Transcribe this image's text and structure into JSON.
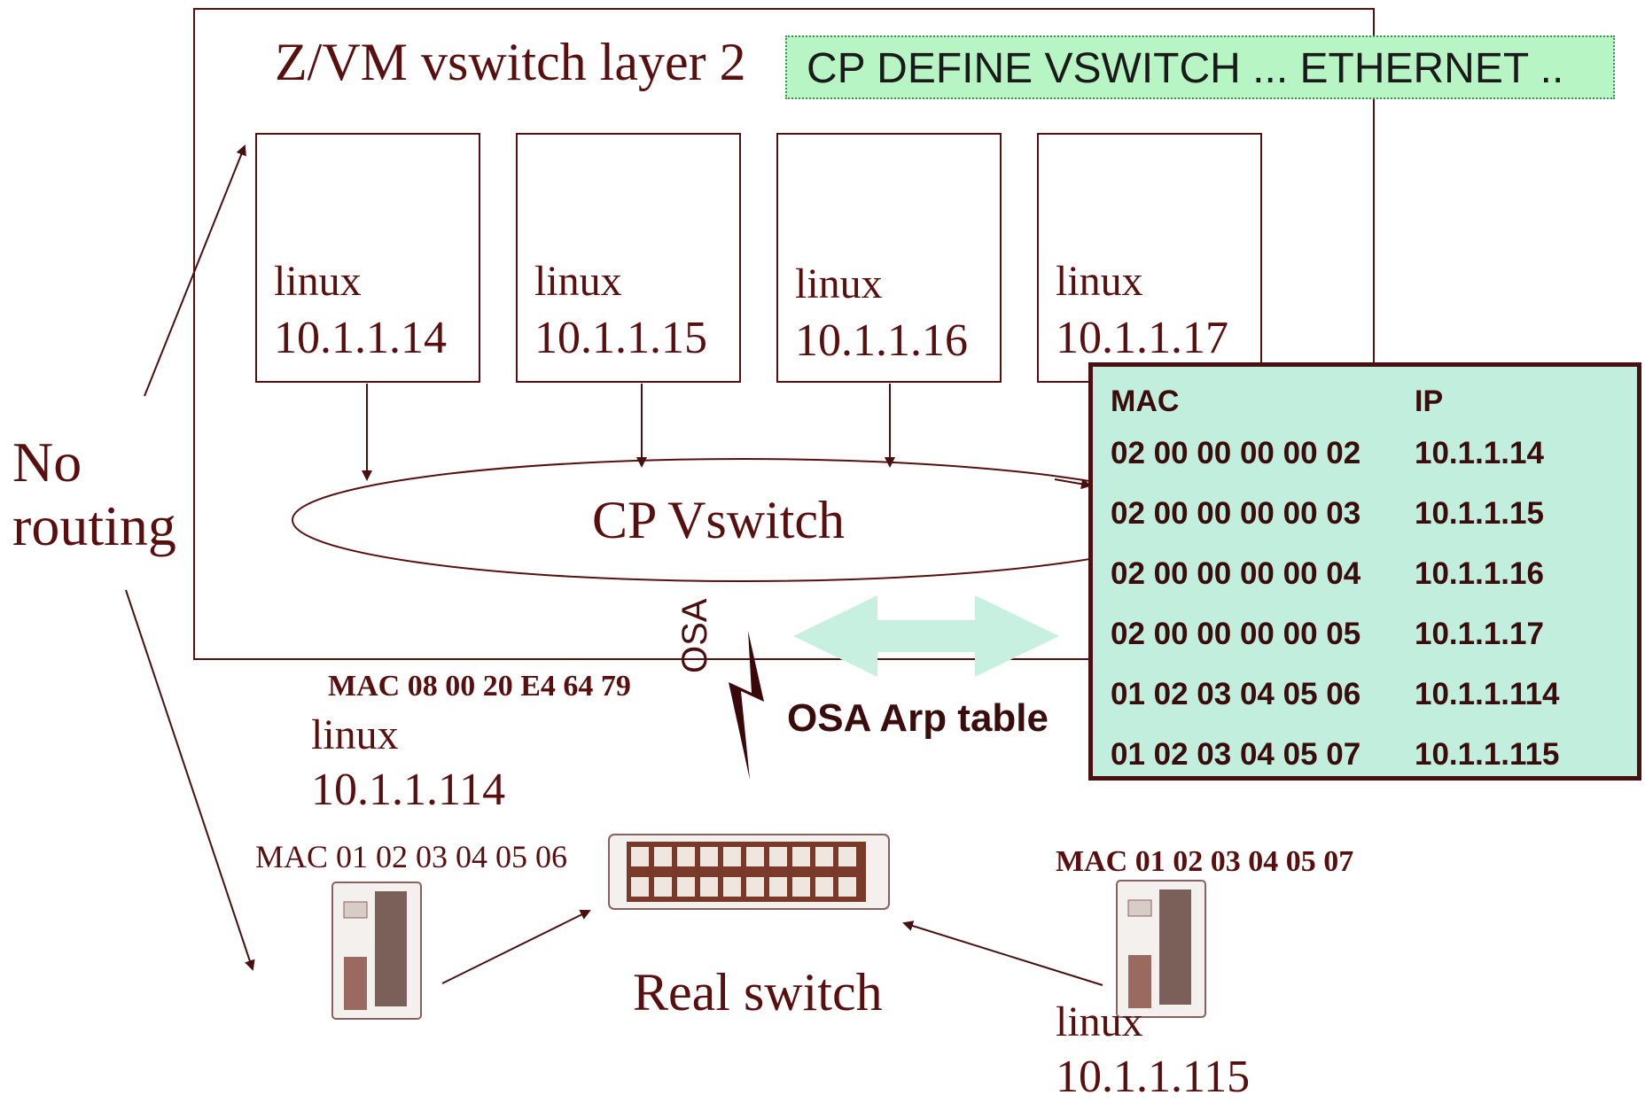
{
  "title": "Z/VM vswitch layer 2",
  "command": "CP DEFINE VSWITCH ... ETHERNET ..",
  "guests": [
    {
      "name": "linux",
      "ip": "10.1.1.14"
    },
    {
      "name": "linux",
      "ip": "10.1.1.15"
    },
    {
      "name": "linux",
      "ip": "10.1.1.16"
    },
    {
      "name": "linux",
      "ip": "10.1.1.17"
    }
  ],
  "vswitch_label": "CP Vswitch",
  "no_routing": [
    "No",
    "routing"
  ],
  "arp_table": {
    "headers": [
      "MAC",
      "IP"
    ],
    "rows": [
      {
        "mac": "02 00 00 00 00 02",
        "ip": "10.1.1.14"
      },
      {
        "mac": "02 00 00 00 00 03",
        "ip": "10.1.1.15"
      },
      {
        "mac": "02 00 00 00 00 04",
        "ip": "10.1.1.16"
      },
      {
        "mac": "02 00 00 00 00 05",
        "ip": "10.1.1.17"
      },
      {
        "mac": "01 02 03 04 05 06",
        "ip": "10.1.1.114"
      },
      {
        "mac": "01 02 03 04 05 07",
        "ip": "10.1.1.115"
      }
    ]
  },
  "osa_label": "OSA",
  "osa_arp_label": "OSA Arp table",
  "osa_mac": "MAC 08 00 20 E4 64 79",
  "left_host": {
    "name": "linux",
    "ip": "10.1.1.114",
    "mac": "MAC 01 02 03 04 05 06"
  },
  "right_host": {
    "name": "linux",
    "ip": "10.1.1.115",
    "mac": "MAC 01 02 03 04 05 07"
  },
  "real_switch_label": "Real switch",
  "colors": {
    "line": "#5a0f0f",
    "command_bg": "#b8f5c4",
    "arp_bg": "#c2efdd",
    "double_arrow": "#c8f0e0"
  }
}
